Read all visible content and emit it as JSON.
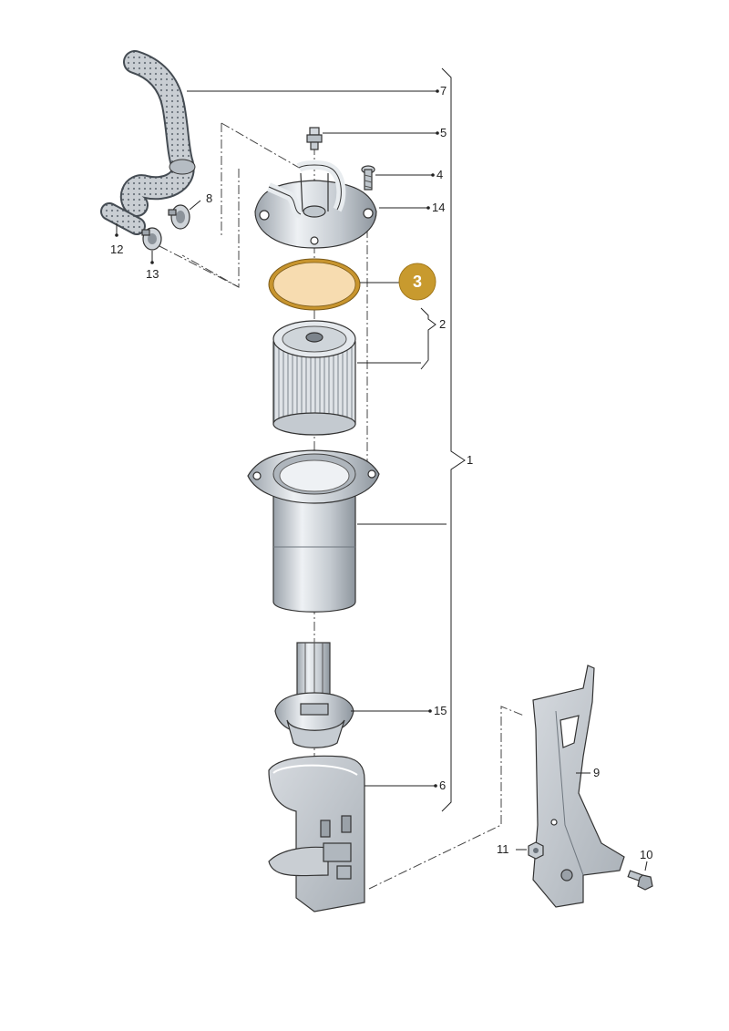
{
  "callouts": {
    "c1": "1",
    "c2": "2",
    "c4": "4",
    "c5": "5",
    "c6": "6",
    "c7": "7",
    "c8": "8",
    "c9": "9",
    "c10": "10",
    "c11": "11",
    "c12": "12",
    "c13": "13",
    "c14": "14",
    "c15": "15"
  },
  "highlight": {
    "label": "3",
    "color": "#c89a2e"
  },
  "colors": {
    "metal": "#d9dee3",
    "seal": "#f7dcb0",
    "seal_rim": "#c8952e",
    "hose": "#b8bec4"
  }
}
